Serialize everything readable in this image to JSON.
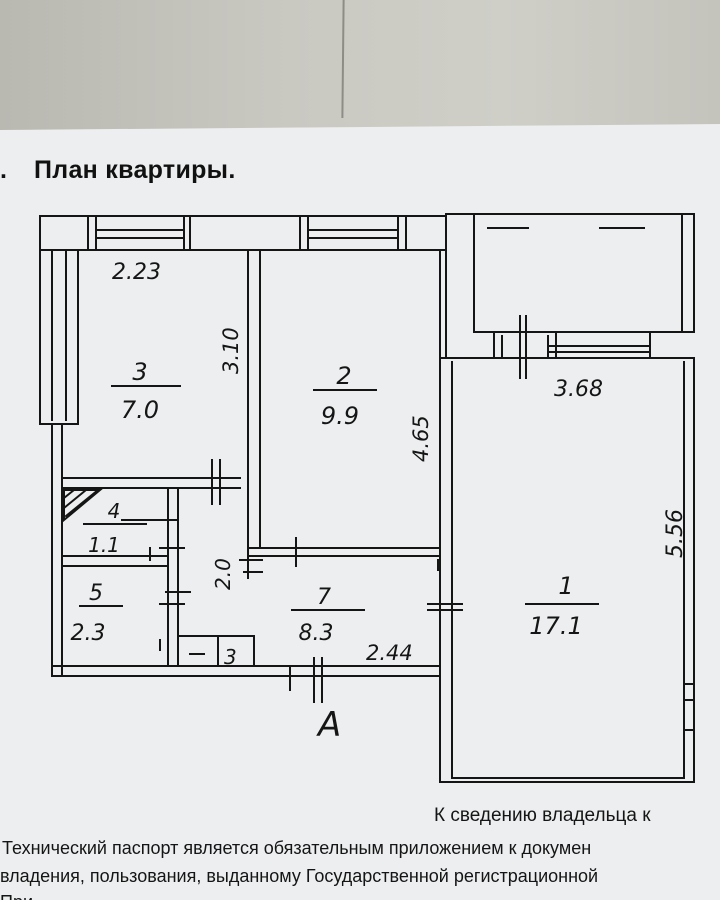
{
  "document": {
    "title": "План квартиры.",
    "note_heading": "К сведению владельца к",
    "note_lines": [
      "Технический паспорт является обязательным приложением к докумен",
      "владения, пользования, выданному Государственной регистрационной",
      "При"
    ]
  },
  "rooms": [
    {
      "number": "1",
      "area": "17.1"
    },
    {
      "number": "2",
      "area": "9.9"
    },
    {
      "number": "3",
      "area": "7.0"
    },
    {
      "number": "4",
      "area": "1.1"
    },
    {
      "number": "5",
      "area": "2.3"
    },
    {
      "number": "7",
      "area": "8.3"
    }
  ],
  "dimensions": {
    "room3_width": "2.23",
    "room3_length": "3.10",
    "room2_length": "4.65",
    "room1_width": "3.68",
    "room1_length": "5.56",
    "corridor_width": "2.0",
    "hall_width": "2.44",
    "closet_label": "3"
  },
  "markers": {
    "entrance": "А"
  },
  "colors": {
    "paper": "#eceeef",
    "ink": "#151515",
    "background": "#c8c8c2"
  }
}
